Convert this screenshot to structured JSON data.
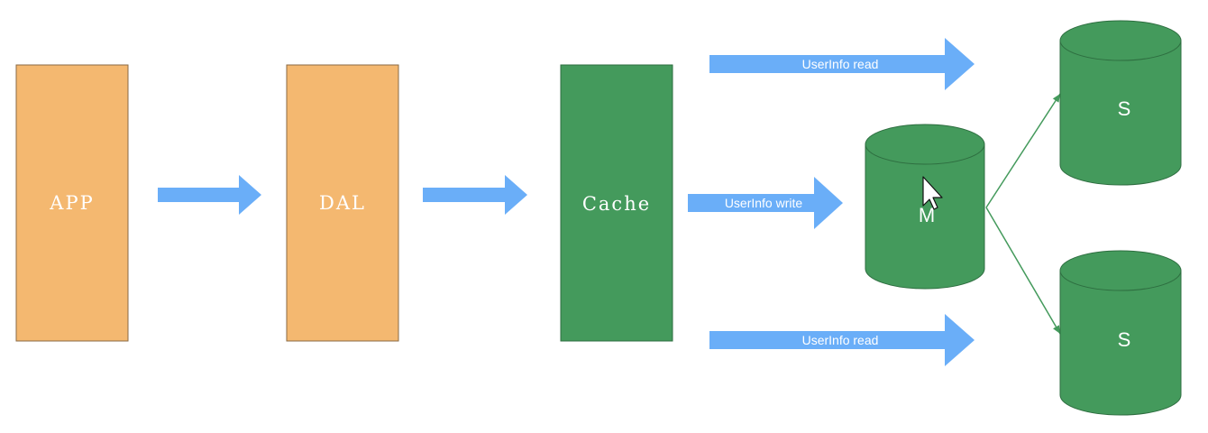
{
  "colors": {
    "app_box": "#f4b870",
    "cache_box": "#449a5c",
    "db_fill": "#449a5c",
    "arrow": "#6aaef8",
    "connector": "#449a5c"
  },
  "nodes": {
    "app": {
      "label": "APP"
    },
    "dal": {
      "label": "DAL"
    },
    "cache": {
      "label": "Cache"
    },
    "master": {
      "label": "M"
    },
    "slave_top": {
      "label": "S"
    },
    "slave_bottom": {
      "label": "S"
    }
  },
  "edges": {
    "read_top": {
      "label": "UserInfo read"
    },
    "write": {
      "label": "UserInfo write"
    },
    "read_bottom": {
      "label": "UserInfo read"
    }
  },
  "cursor": {
    "icon": "mouse-pointer-icon"
  }
}
